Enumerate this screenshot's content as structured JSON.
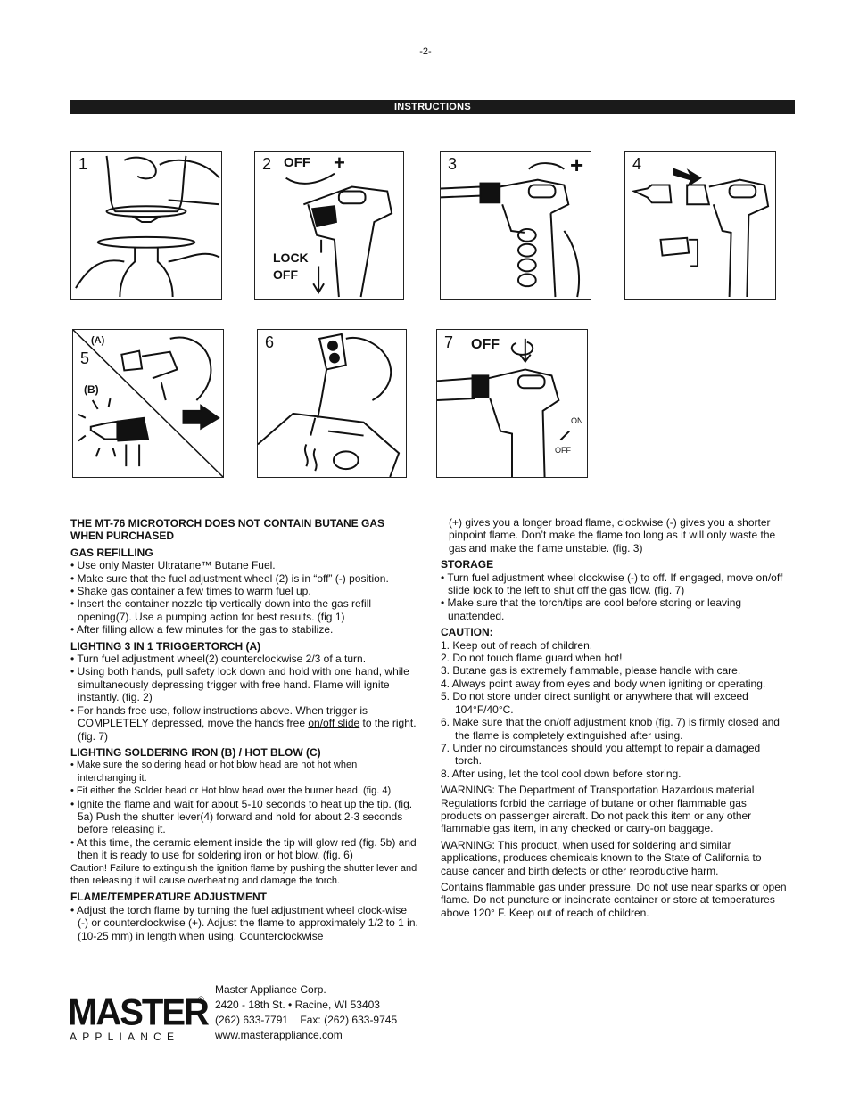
{
  "page_number": "-2-",
  "header": "INSTRUCTIONS",
  "figures": {
    "f1": {
      "num": "1"
    },
    "f2": {
      "num": "2",
      "off": "OFF",
      "plus": "+",
      "lock1": "LOCK",
      "lock2": "OFF"
    },
    "f3": {
      "num": "3",
      "plus": "+"
    },
    "f4": {
      "num": "4"
    },
    "f5": {
      "num": "5",
      "a": "(A)",
      "b": "(B)"
    },
    "f6": {
      "num": "6"
    },
    "f7": {
      "num": "7",
      "off": "OFF",
      "on_small": "ON",
      "off_small": "OFF"
    }
  },
  "left": {
    "intro": "THE MT-76 MICROTORCH DOES NOT CONTAIN BUTANE GAS WHEN PURCHASED",
    "gas_title": "GAS REFILLING",
    "gas": [
      "• Use only Master Ultratane™ Butane Fuel.",
      "• Make sure that the fuel adjustment wheel (2) is in “off” (-) position.",
      "• Shake gas container a few times to warm fuel up.",
      "• Insert the container nozzle tip vertically down into the gas refill opening(7). Use a pumping action for best results. (fig 1)",
      "• After filling allow a few minutes for the gas to stabilize."
    ],
    "light_title": "LIGHTING 3 IN 1 TRIGGERTORCH (A)",
    "light": [
      "• Turn fuel adjustment wheel(2) counterclockwise 2/3 of a turn.",
      "• Using both hands, pull safety lock down and hold with one hand, while simultaneously depressing trigger with free hand. Flame will ignite instantly. (fig. 2)"
    ],
    "light3_pre": "• For hands free use, follow instructions above. When trigger is COMPLETELY depressed, move the hands free ",
    "light3_u": "on/off slide",
    "light3_post": " to the right. (fig. 7)",
    "solder_title": "LIGHTING SOLDERING IRON (B) / HOT BLOW (C)",
    "solder": [
      "• Make sure the soldering head or hot blow head are not hot when interchanging it.",
      "• Fit either the Solder head or Hot blow head over the burner head. (fig. 4)",
      "• Ignite the flame and wait for about 5-10 seconds to heat up the tip. (fig. 5a) Push the shutter lever(4) forward and hold for about 2-3 seconds before releasing it.",
      "• At this time, the ceramic element inside the tip will glow red (fig. 5b) and then it is ready to use for soldering iron or hot blow. (fig. 6)"
    ],
    "caution_solder": "Caution! Failure to extinguish the ignition flame by pushing the shutter lever and then releasing it will cause overheating and damage the torch.",
    "flame_title": "FLAME/TEMPERATURE ADJUSTMENT",
    "flame": "• Adjust the torch flame by turning the fuel adjustment wheel clock-wise (-) or counterclockwise (+). Adjust the flame to approximately 1/2 to 1 in. (10-25 mm) in length when using. Counterclockwise"
  },
  "right": {
    "cont": "(+) gives you a longer broad flame, clockwise (-) gives you a shorter pinpoint flame. Don’t make the flame too long as it will only waste the gas and make the flame unstable. (fig. 3)",
    "storage_title": "STORAGE",
    "storage": [
      "• Turn fuel adjustment wheel clockwise (-) to off. If engaged, move on/off slide lock to the left to shut off the gas flow. (fig. 7)",
      "• Make sure that the torch/tips are cool before storing or leaving unattended."
    ],
    "caution_title": "CAUTION:",
    "caution": [
      "1. Keep out of reach of children.",
      "2. Do not touch flame guard when hot!",
      "3. Butane gas is extremely flammable, please handle with care.",
      "4. Always point away from eyes and body when igniting or operating.",
      "5. Do not store under direct sunlight or anywhere that will exceed 104°F/40°C.",
      "6. Make sure that the on/off adjustment knob (fig. 7) is firmly closed and the flame is completely extinguished after using.",
      "7. Under no circumstances should you attempt to repair a damaged torch.",
      "8. After using, let the tool cool down before storing."
    ],
    "warning1": "WARNING: The Department of Transportation Hazardous material Regulations forbid the carriage of butane or other flammable gas products on passenger aircraft. Do not pack this item or any other flammable gas item, in any checked or carry-on baggage.",
    "warning2": "WARNING: This product, when used for soldering and similar applications, produces chemicals known to the State of California to cause cancer and birth defects or other reproductive harm.",
    "contains": "Contains flammable gas under pressure. Do not use near sparks or open flame. Do not puncture or incinerate container or store at temperatures above 120° F. Keep out of reach of children."
  },
  "logo": {
    "word": "MASTER",
    "sub": "APPLIANCE",
    "reg": "®"
  },
  "address": [
    "Master Appliance Corp.",
    "2420 - 18th St. • Racine, WI 53403",
    "(262) 633-7791    Fax: (262) 633-9745",
    "www.masterappliance.com"
  ]
}
